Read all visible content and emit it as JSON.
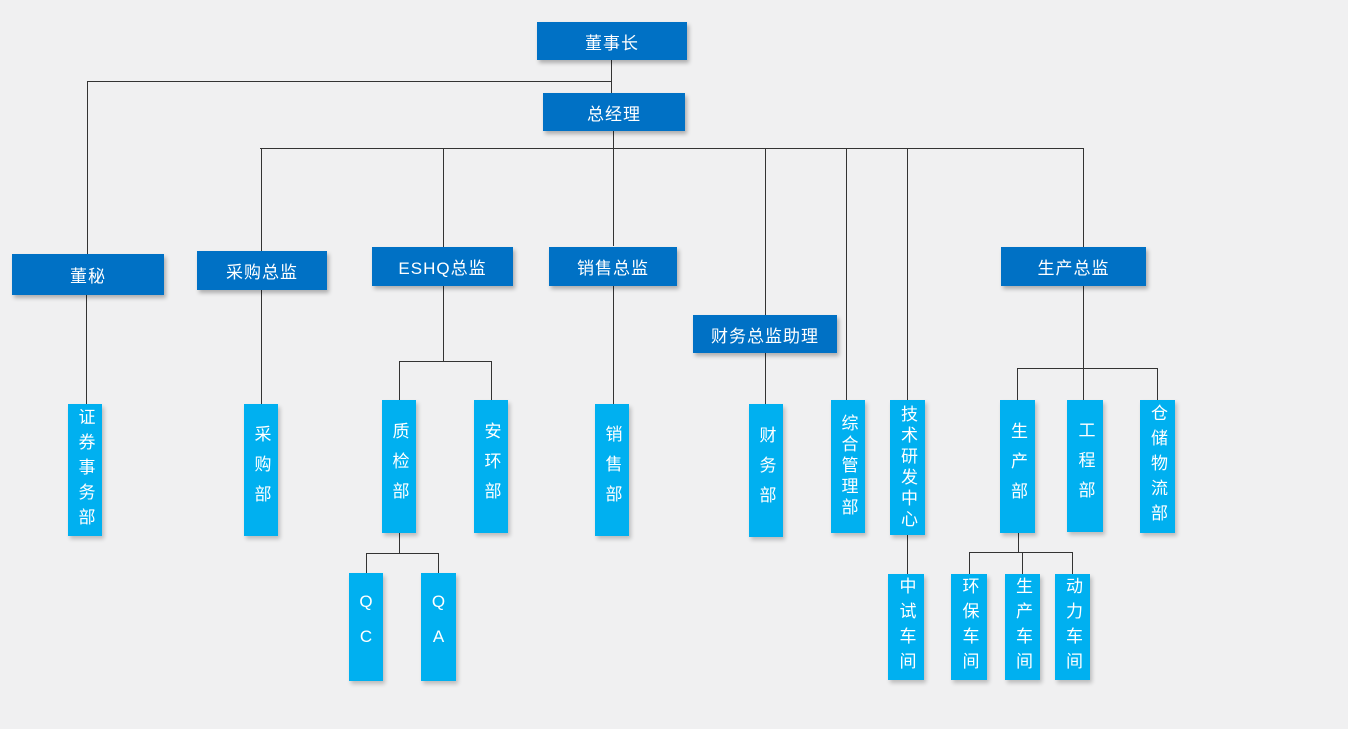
{
  "nodes": {
    "chairman": {
      "label": "董事长",
      "level": 1
    },
    "general_manager": {
      "label": "总经理",
      "level": 2
    },
    "board_secretary": {
      "label": "董秘",
      "level": 3
    },
    "procurement_director": {
      "label": "采购总监",
      "level": 3
    },
    "eshq_director": {
      "label": "ESHQ总监",
      "level": 3
    },
    "sales_director": {
      "label": "销售总监",
      "level": 3
    },
    "finance_director_assistant": {
      "label": "财务总监助理",
      "level": 3
    },
    "production_director": {
      "label": "生产总监",
      "level": 3
    },
    "securities_affairs_dept": {
      "label": "证券事务部",
      "level": 4
    },
    "procurement_dept": {
      "label": "采购部",
      "level": 4
    },
    "quality_inspection_dept": {
      "label": "质检部",
      "level": 4
    },
    "safety_env_dept": {
      "label": "安环部",
      "level": 4
    },
    "sales_dept": {
      "label": "销售部",
      "level": 4
    },
    "finance_dept": {
      "label": "财务部",
      "level": 4
    },
    "general_admin_dept": {
      "label": "综合管理部",
      "level": 4
    },
    "tech_rd_center": {
      "label": "技术研发中心",
      "level": 4
    },
    "production_dept": {
      "label": "生产部",
      "level": 4
    },
    "engineering_dept": {
      "label": "工程部",
      "level": 4
    },
    "warehouse_logistics_dept": {
      "label": "仓储物流部",
      "level": 4
    },
    "qc": {
      "label": "QC",
      "level": 5
    },
    "qa": {
      "label": "QA",
      "level": 5
    },
    "pilot_workshop": {
      "label": "中试车间",
      "level": 5
    },
    "env_protection_workshop": {
      "label": "环保车间",
      "level": 5
    },
    "production_workshop": {
      "label": "生产车间",
      "level": 5
    },
    "power_workshop": {
      "label": "动力车间",
      "level": 5
    }
  },
  "edges": [
    [
      "chairman",
      "board_secretary"
    ],
    [
      "chairman",
      "general_manager"
    ],
    [
      "general_manager",
      "procurement_director"
    ],
    [
      "general_manager",
      "eshq_director"
    ],
    [
      "general_manager",
      "sales_director"
    ],
    [
      "general_manager",
      "finance_director_assistant"
    ],
    [
      "general_manager",
      "general_admin_dept"
    ],
    [
      "general_manager",
      "tech_rd_center"
    ],
    [
      "general_manager",
      "production_director"
    ],
    [
      "board_secretary",
      "securities_affairs_dept"
    ],
    [
      "procurement_director",
      "procurement_dept"
    ],
    [
      "eshq_director",
      "quality_inspection_dept"
    ],
    [
      "eshq_director",
      "safety_env_dept"
    ],
    [
      "quality_inspection_dept",
      "qc"
    ],
    [
      "quality_inspection_dept",
      "qa"
    ],
    [
      "sales_director",
      "sales_dept"
    ],
    [
      "finance_director_assistant",
      "finance_dept"
    ],
    [
      "tech_rd_center",
      "pilot_workshop"
    ],
    [
      "production_director",
      "production_dept"
    ],
    [
      "production_director",
      "engineering_dept"
    ],
    [
      "production_director",
      "warehouse_logistics_dept"
    ],
    [
      "production_dept",
      "env_protection_workshop"
    ],
    [
      "production_dept",
      "production_workshop"
    ],
    [
      "production_dept",
      "power_workshop"
    ]
  ],
  "colors": {
    "primary_box": "#0071c5",
    "secondary_box": "#00b0f0",
    "connector": "#333333",
    "background": "#f0f0f1",
    "text": "#ffffff"
  }
}
